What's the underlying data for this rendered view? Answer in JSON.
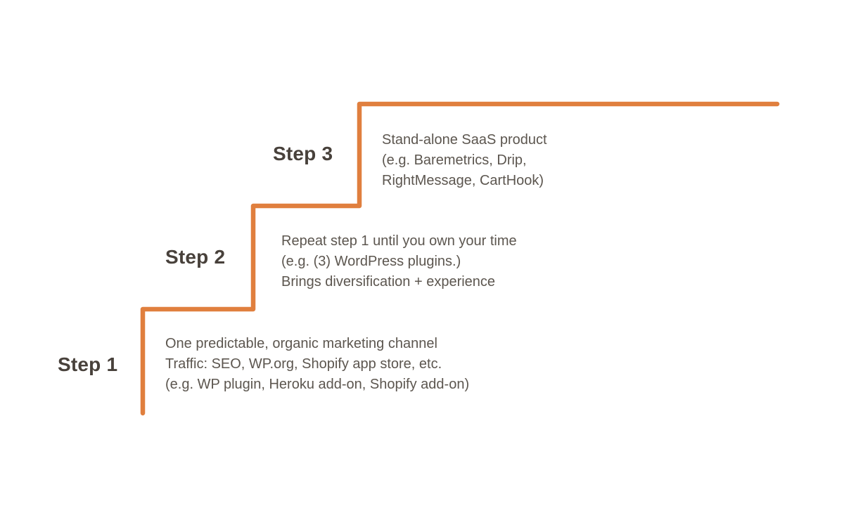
{
  "diagram": {
    "type": "staircase-steps",
    "accent_color": "#E07F3E",
    "label_color": "#48413B",
    "text_color": "#5C564F",
    "background_color": "#FFFFFF",
    "steps": [
      {
        "label": "Step 1",
        "lines": [
          "One predictable, organic marketing channel",
          "Traffic: SEO, WP.org, Shopify app store, etc.",
          "(e.g. WP plugin, Heroku add-on, Shopify add-on)"
        ]
      },
      {
        "label": "Step 2",
        "lines": [
          "Repeat step 1 until you own your time",
          "(e.g. (3) WordPress plugins.)",
          "Brings diversification + experience"
        ]
      },
      {
        "label": "Step 3",
        "lines": [
          "Stand-alone SaaS product",
          "(e.g. Baremetrics, Drip,",
          "RightMessage, CartHook)"
        ]
      }
    ]
  }
}
